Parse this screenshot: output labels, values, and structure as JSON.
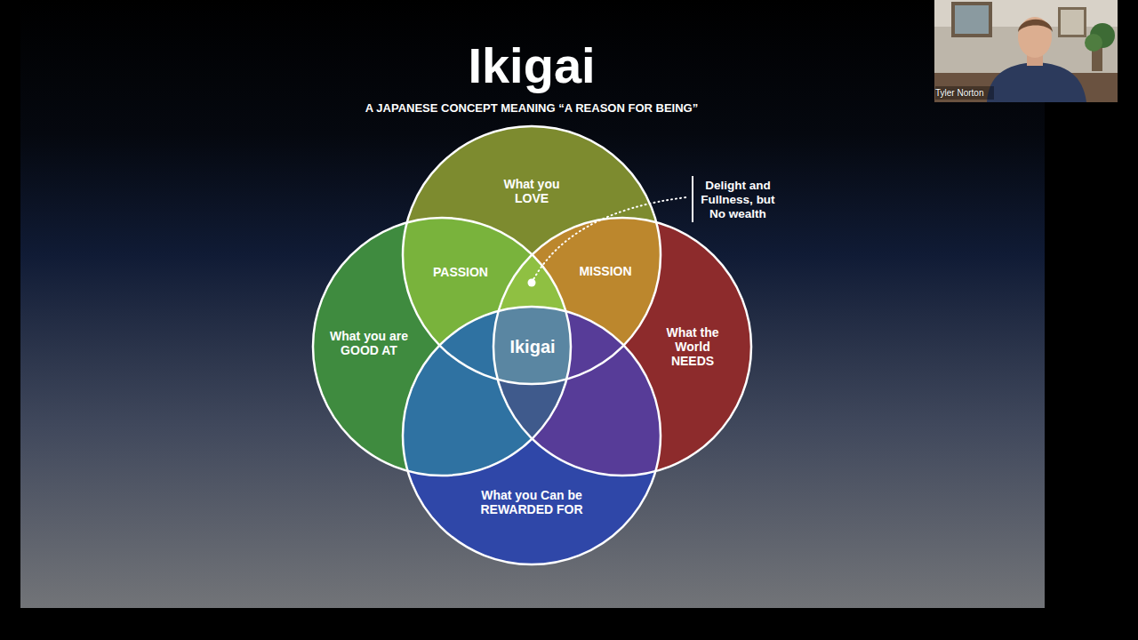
{
  "diagram": {
    "title": "Ikigai",
    "nodes": [
      {
        "text": [
          "What you LOVE"
        ]
      },
      {
        "text": [
          "What you are GOOD AT"
        ]
      },
      {
        "text": [
          "What the World NEEDS"
        ]
      },
      {
        "text": [
          "What you Can be REWARDED FOR"
        ]
      }
    ],
    "labels": [
      "A JAPANESE CONCEPT MEANING “A REASON FOR BEING”",
      "PASSION",
      "MISSION",
      "Ikigai",
      "Delight and Fullness, but No wealth",
      "Tyler Norton"
    ]
  }
}
